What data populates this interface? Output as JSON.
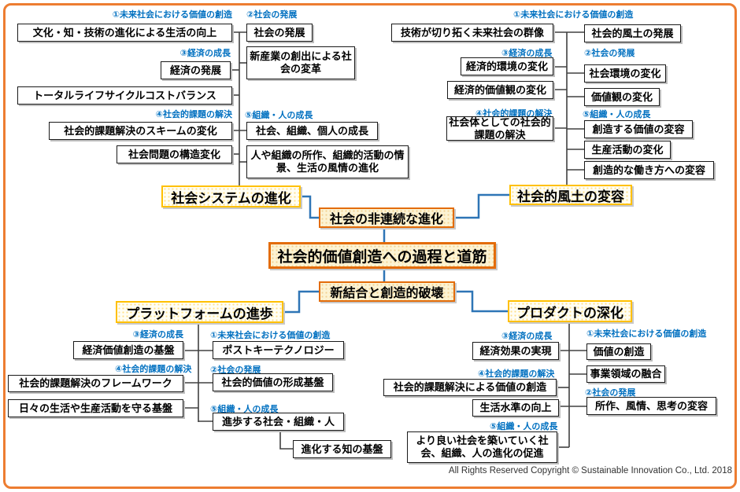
{
  "page": {
    "copyright": "All Rights Reserved Copyright © Sustainable Innovation Co., Ltd.  2018"
  },
  "colors": {
    "frame_orange": "#ED7D31",
    "core_border_orange": "#E36C09",
    "core_fill_cream": "#FCF3D3",
    "node_border_yellow": "#FFC000",
    "category_blue": "#0070C0",
    "connector_blue": "#2E75B6",
    "tree_line_gray": "#404040"
  },
  "categories": {
    "future_value": "①未来社会における価値の創造",
    "social_dev": "②社会の発展",
    "economic_growth": "③経済の成長",
    "social_issues": "④社会的課題の解決",
    "org_people": "⑤組織・人の成長"
  },
  "center": {
    "main": "社会的価値創造への過程と道筋",
    "upper": "社会の非連続な進化",
    "lower": "新結合と創造的破壊"
  },
  "quadrant_nodes": {
    "tl": "社会システムの進化",
    "tr": "社会的風土の変容",
    "bl": "プラットフォームの進歩",
    "br": "プロダクトの深化"
  },
  "tl": {
    "life_improvement": "文化・知・技術の進化による生活の向上",
    "social_development": "社会の発展",
    "new_industry": "新産業の創出による社会の変革",
    "economic_development": "経済の発展",
    "total_lifecycle": "トータルライフサイクルコストバランス",
    "scheme_change": "社会的課題解決のスキームの変化",
    "growth_all": "社会、組織、個人の成長",
    "problem_structure": "社会問題の構造変化",
    "behavior_evolution": "人や組織の所作、組織的活動の情景、生活の風情の進化"
  },
  "tr": {
    "future_images": "技術が切り拓く未来社会の群像",
    "climate_development": "社会的風土の発展",
    "economic_env_change": "経済的環境の変化",
    "social_env_change": "社会環境の変化",
    "economic_values_change": "経済的価値観の変化",
    "values_change": "価値観の変化",
    "social_body_issues": "社会体としての社会的課題の解決",
    "created_value_change": "創造する価値の変容",
    "production_change": "生産活動の変化",
    "creative_work_change": "創造的な働き方への変容"
  },
  "bl": {
    "economic_value_base": "経済価値創造の基盤",
    "post_key_tech": "ポストキーテクノロジー",
    "framework": "社会的課題解決のフレームワーク",
    "value_formation_base": "社会的価値の形成基盤",
    "daily_life_base": "日々の生活や生産活動を守る基盤",
    "progressing_society": "進歩する社会・組織・人",
    "evolving_knowledge": "進化する知の基盤"
  },
  "br": {
    "economic_effect": "経済効果の実現",
    "value_creation": "価値の創造",
    "business_fusion": "事業領域の融合",
    "issue_value_creation": "社会的課題解決による価値の創造",
    "living_standard": "生活水準の向上",
    "behavior_transformation": "所作、風情、思考の変容",
    "better_society": "より良い社会を築いていく社会、組織、人の進化の促進"
  }
}
